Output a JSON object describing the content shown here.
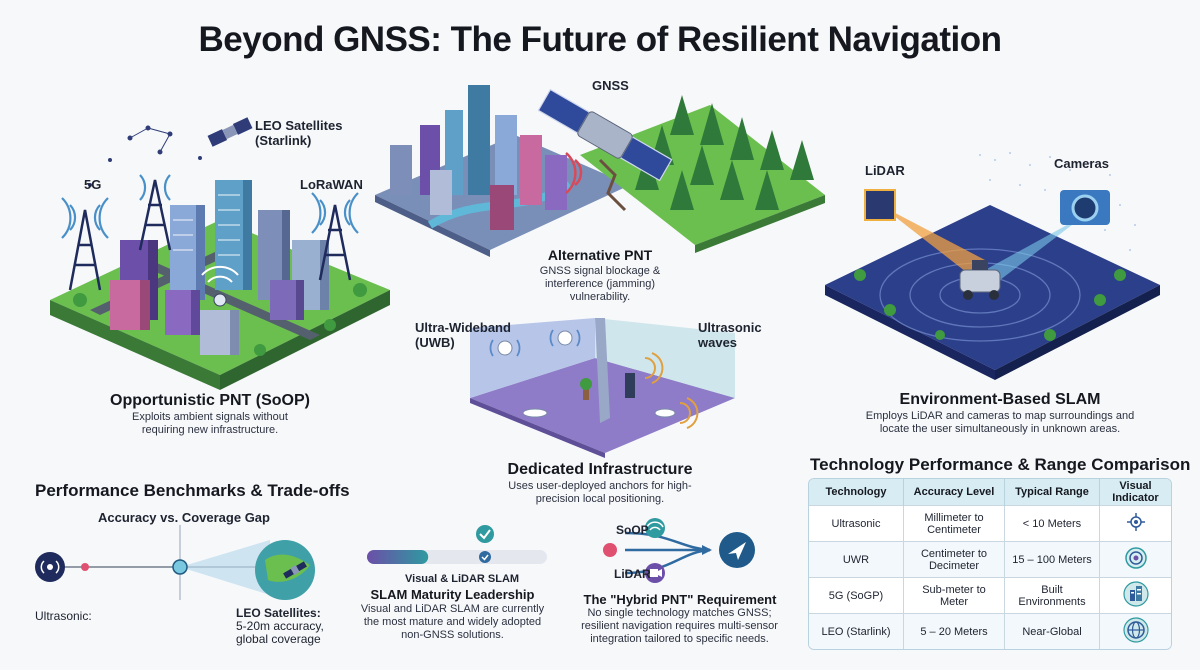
{
  "title": "Beyond GNSS: The Future of Resilient Navigation",
  "top_center": {
    "gnss_label": "GNSS",
    "heading": "Alternative PNT",
    "description": "GNSS signal blockage & interference (jamming) vulnerability."
  },
  "left_panel": {
    "label_5g": "5G",
    "label_leo": "LEO Satellites (Starlink)",
    "label_lorawan": "LoRaWAN",
    "heading": "Opportunistic PNT (SoOP)",
    "description": "Exploits ambient signals without requiring new infrastructure."
  },
  "middle_panel": {
    "label_uwb": "Ultra-Wideband (UWB)",
    "label_ultrasonic": "Ultrasonic waves",
    "heading": "Dedicated Infrastructure",
    "description": "Uses user-deployed anchors for high-precision local positioning."
  },
  "right_panel": {
    "label_lidar": "LiDAR",
    "label_cameras": "Cameras",
    "heading": "Environment-Based SLAM",
    "description": "Employs LiDAR and cameras to map surroundings and locate the user simultaneously in unknown areas."
  },
  "benchmarks": {
    "heading": "Performance Benchmarks & Trade-offs",
    "gap_title": "Accuracy vs. Coverage Gap",
    "left_caption": "Ultrasonic:",
    "right_caption_title": "LEO Satellites:",
    "right_caption_body": "5-20m accuracy, global coverage"
  },
  "slam": {
    "bar_label": "Visual & LiDAR SLAM",
    "heading": "SLAM Maturity Leadership",
    "description": "Visual and LiDAR SLAM are currently the most mature and widely adopted non-GNSS solutions.",
    "fill_fraction": 0.34
  },
  "hybrid": {
    "soop_label": "SoOP",
    "lidar_label": "LiDAR",
    "heading": "The \"Hybrid PNT\" Requirement",
    "description": "No single technology matches GNSS; resilient navigation requires multi-sensor integration tailored to specific needs."
  },
  "comparison": {
    "heading": "Technology Performance & Range Comparison",
    "headers": [
      "Technology",
      "Accuracy Level",
      "Typical Range",
      "Visual Indicator"
    ],
    "rows": [
      {
        "technology": "Ultrasonic",
        "accuracy": "Millimeter to Centimeter",
        "range": "< 10 Meters",
        "icon": "crosshair-icon"
      },
      {
        "technology": "UWR",
        "accuracy": "Centimeter to Decimeter",
        "range": "15 – 100 Meters",
        "icon": "target-icon"
      },
      {
        "technology": "5G (SoGP)",
        "accuracy": "Sub-meter to Meter",
        "range": "Built Environments",
        "icon": "buildings-icon"
      },
      {
        "technology": "LEO (Starlink)",
        "accuracy": "5 – 20 Meters",
        "range": "Near-Global",
        "icon": "globe-icon"
      }
    ]
  },
  "colors": {
    "accent_blue": "#2b6cb0",
    "teal": "#2f9aa0",
    "purple": "#6b4fa8",
    "grass": "#6bbf4e",
    "dark_navy": "#1f2b5c"
  }
}
